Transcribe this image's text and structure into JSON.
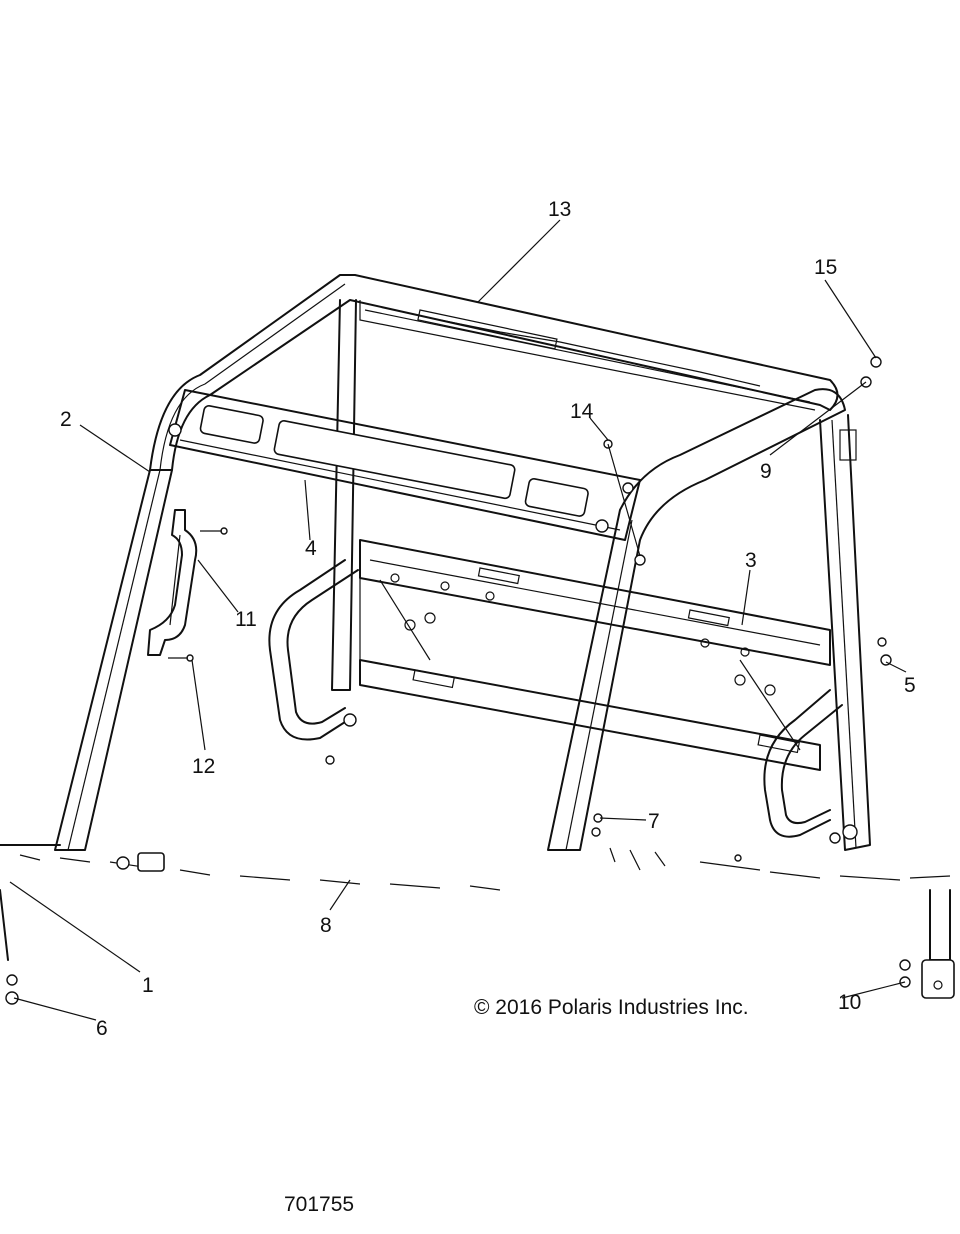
{
  "callouts": {
    "c1": "1",
    "c2": "2",
    "c3": "3",
    "c4": "4",
    "c5": "5",
    "c6": "6",
    "c7": "7",
    "c8": "8",
    "c9": "9",
    "c10": "10",
    "c11": "11",
    "c12": "12",
    "c13": "13",
    "c14": "14",
    "c15": "15"
  },
  "copyright": "© 2016 Polaris Industries Inc.",
  "document_number": "701755"
}
